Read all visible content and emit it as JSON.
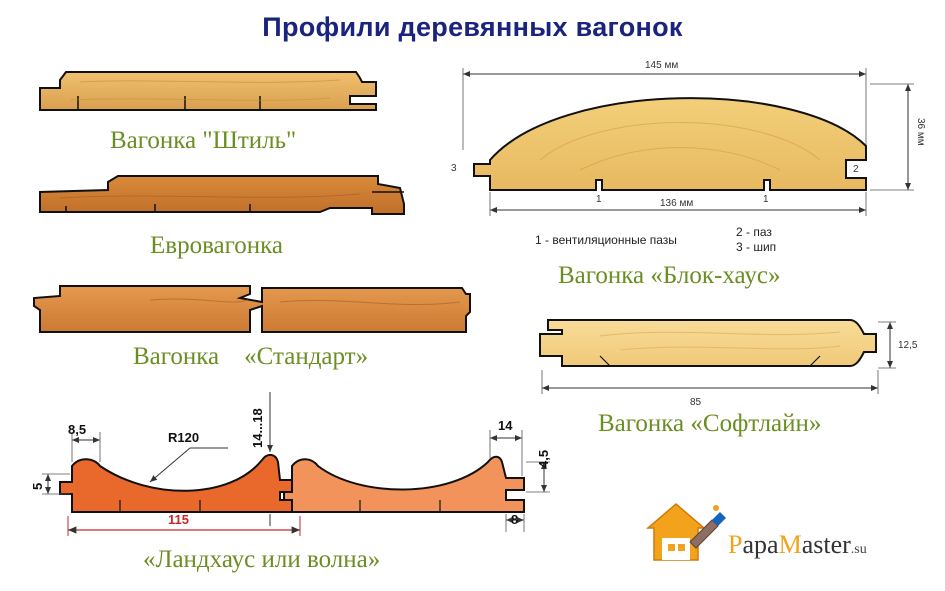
{
  "title": "Профили деревянных вагонок",
  "profiles": {
    "shtil": {
      "caption": "Вагонка \"Штиль\""
    },
    "euro": {
      "caption": "Евровагонка"
    },
    "standart": {
      "caption": "Вагонка    «Стандарт»"
    },
    "landhaus": {
      "caption": "«Ландхаус или волна»",
      "dims": {
        "d1": "8,5",
        "d2": "R120",
        "d3": "14...18",
        "d4": "14",
        "d5": "4,5",
        "d6": "5",
        "d7": "115",
        "d8": "8"
      }
    },
    "blockhouse": {
      "caption": "Вагонка «Блок-хаус»",
      "dims": {
        "width_top": "145 мм",
        "width_bottom": "136 мм",
        "height": "36 мм"
      },
      "markers": {
        "m1a": "1",
        "m1b": "1",
        "m2": "2",
        "m3": "3"
      },
      "legend": {
        "l1": "1 - вентиляционные пазы",
        "l2": "2 - паз",
        "l3": "3 - шип"
      }
    },
    "softline": {
      "caption": "Вагонка «Софтлайн»",
      "dims": {
        "height": "12,5",
        "width": "85"
      }
    }
  },
  "logo": {
    "first_letter": "P",
    "part1": "apa",
    "second_letter": "M",
    "part2": "aster",
    "suffix": ".su"
  },
  "colors": {
    "title": "#1a237e",
    "caption": "#6b8e23",
    "landhaus_orange": "#e9692c",
    "logo_orange": "#f2a21b"
  }
}
